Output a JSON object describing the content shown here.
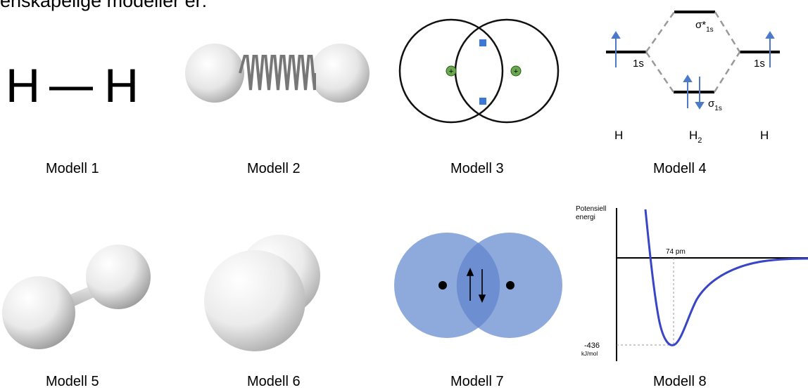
{
  "heading": "enskapelige modeller er:",
  "models": [
    {
      "caption": "Modell 1"
    },
    {
      "caption": "Modell 2"
    },
    {
      "caption": "Modell 3"
    },
    {
      "caption": "Modell 4"
    },
    {
      "caption": "Modell 5"
    },
    {
      "caption": "Modell 6"
    },
    {
      "caption": "Modell 7"
    },
    {
      "caption": "Modell 8"
    }
  ],
  "model1": {
    "left_atom": "H",
    "right_atom": "H"
  },
  "model4": {
    "left_orbital": "1s",
    "right_orbital": "1s",
    "antibonding": "σ*",
    "antibonding_sub": "1s",
    "bonding": "σ",
    "bonding_sub": "1s",
    "left_atom": "H",
    "molecule": "H",
    "molecule_sub": "2",
    "right_atom": "H"
  },
  "model8": {
    "ylabel_line1": "Potensiell",
    "ylabel_line2": "energi",
    "distance_label": "74 pm",
    "energy_value": "-436",
    "energy_unit": "kJ/mol"
  }
}
